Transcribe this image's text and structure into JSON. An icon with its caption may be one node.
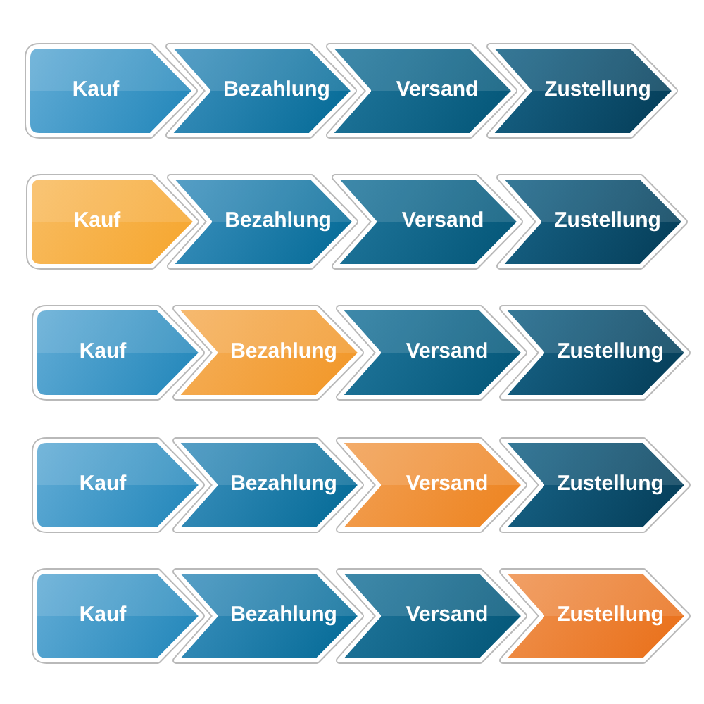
{
  "diagram": {
    "nodes": [
      {
        "text": [
          "Kauf"
        ]
      },
      {
        "text": [
          "Bezahlung"
        ]
      },
      {
        "text": [
          "Versand"
        ]
      },
      {
        "text": [
          "Zustellung"
        ]
      },
      {
        "text": [
          "Kauf"
        ]
      },
      {
        "text": [
          "Bezahlung"
        ]
      },
      {
        "text": [
          "Versand"
        ]
      },
      {
        "text": [
          "Zustellung"
        ]
      },
      {
        "text": [
          "Kauf"
        ]
      },
      {
        "text": [
          "Bezahlung"
        ]
      },
      {
        "text": [
          "Versand"
        ]
      },
      {
        "text": [
          "Zustellung"
        ]
      },
      {
        "text": [
          "Kauf"
        ]
      },
      {
        "text": [
          "Bezahlung"
        ]
      },
      {
        "text": [
          "Versand"
        ]
      },
      {
        "text": [
          "Zustellung"
        ]
      },
      {
        "text": [
          "Kauf"
        ]
      },
      {
        "text": [
          "Bezahlung"
        ]
      },
      {
        "text": [
          "Versand"
        ]
      },
      {
        "text": [
          "Zustellung"
        ]
      }
    ]
  }
}
